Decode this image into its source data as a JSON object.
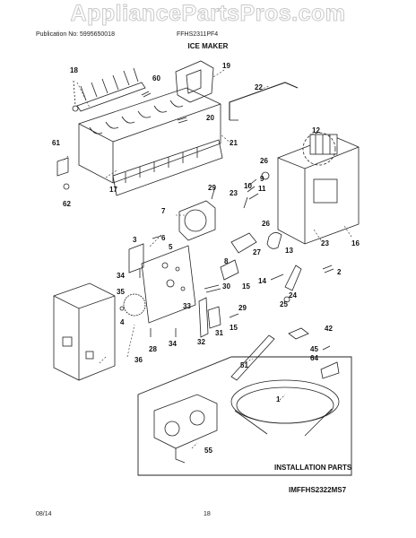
{
  "watermark": "AppliancePartsPros.com",
  "header": {
    "publication": "Publication No: 5995650018",
    "model": "FFHS2311PF4"
  },
  "title": "ICE MAKER",
  "installation_parts_label": "INSTALLATION PARTS",
  "diagram_code": "IMFFHS2322MS7",
  "footer": {
    "date": "08/14",
    "page": "18"
  },
  "callouts": [
    "18",
    "60",
    "19",
    "22",
    "20",
    "61",
    "21",
    "17",
    "62",
    "12",
    "26",
    "9",
    "10",
    "11",
    "29",
    "23",
    "7",
    "26",
    "27",
    "3",
    "6",
    "13",
    "5",
    "16",
    "23",
    "8",
    "2",
    "34",
    "14",
    "30",
    "35",
    "33",
    "15",
    "24",
    "4",
    "29",
    "25",
    "32",
    "31",
    "15",
    "28",
    "34",
    "42",
    "36",
    "51",
    "45",
    "64",
    "1",
    "55"
  ]
}
